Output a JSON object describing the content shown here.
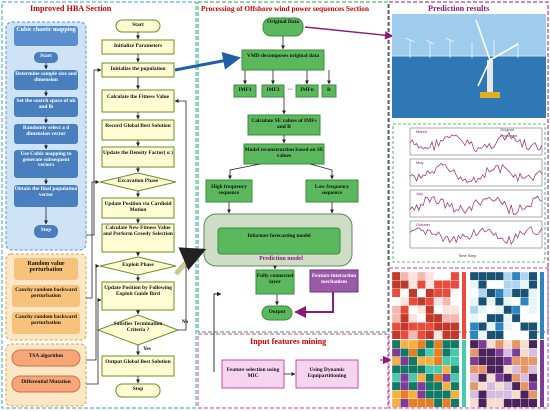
{
  "sections": {
    "hba_title": "Improved HBA Section",
    "processing_title": "Processing of Offshore wind power sequences Section",
    "prediction_title": "Prediction results",
    "mining_title": "Input features mining"
  },
  "cubic": {
    "title": "Cubic chaotic mapping",
    "start": "Start",
    "steps": [
      "Determine sample size and dimension",
      "Set the search space of ub and lb",
      "Randomly select a d dimension vector",
      "Use Cubic mapping to generate subsequent vectors",
      "Obtain the final population vector"
    ],
    "stop": "Stop"
  },
  "perturb": {
    "title": "Random value perturbation",
    "items": [
      "Cauchy random backward perturbation",
      "Cauchy random backward perturbation"
    ]
  },
  "tsa": "TSA algorithm",
  "diffmut": "Differential Mutation",
  "flow": {
    "start": "Start",
    "init_params": "Initialize Parameters",
    "init_pop": "Initialize the population",
    "fitness": "Calculate the Fitness Value",
    "record": "Record Global Best Solution",
    "density": "Update the Density Factor( α )",
    "excavation": "Excavation Phase",
    "update_pos": "Update Position via Cardioid Motion",
    "new_fit": "Calculate New Fitness Value and Perform Greedy Selection",
    "exploit": "Exploit Phase",
    "follow": "Update Position by Following Exploit Guide Bird",
    "criteria": "Satisfies Termination Criteria ?",
    "no": "No",
    "yes": "Yes",
    "output": "Output Global Best Solution",
    "stop": "Stop"
  },
  "processing": {
    "original": "Original Data",
    "vmd": "VMD decomposes original data",
    "imfs": [
      "IMF1",
      "IMF2",
      "···",
      "IMFn",
      "R"
    ],
    "se": "Calculate SE values of IMFs and R",
    "reconstruct": "Model reconstruction based on SE values",
    "high": "High frequency sequence",
    "low": "Low frequency sequence",
    "informer": "Informer forecasting model",
    "prediction_model": "Prediction model",
    "fc": "Fully connected layer",
    "feature_int": "Feature interaction mechanism",
    "output": "Output"
  },
  "mining": {
    "mic": "Feature selection using MIC",
    "dynamic": "Using Dynamic Equipartitioning"
  },
  "prediction_chart": {
    "legend": [
      "Original",
      "Proposed"
    ],
    "panels": [
      "March",
      "May",
      "July",
      "October"
    ],
    "ylabel": "Wind Power",
    "xlabel": "Time Step"
  },
  "colors": {
    "flow_box": "#fffcd4",
    "flow_border": "#6b8e23",
    "green_box": "#5cb85c",
    "cubic_bg": "#cfe3f7",
    "orange_bg": "#fde7c6",
    "orange_box": "#f7c27a",
    "tsa_box": "#f5a77a"
  }
}
